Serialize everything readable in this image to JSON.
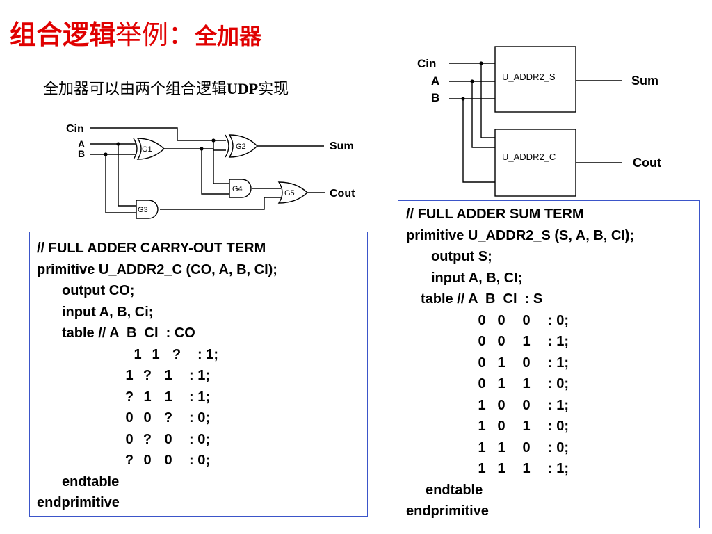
{
  "title": {
    "part1": "组合逻辑",
    "part2": "举例：",
    "part3": "全加器"
  },
  "subtitle": {
    "text": "全加器可以由两个组合逻辑",
    "udp": "UDP",
    "tail": "实现"
  },
  "gate_diagram": {
    "inputs": [
      "Cin",
      "A",
      "B"
    ],
    "gates": [
      "G1",
      "G2",
      "G3",
      "G4",
      "G5"
    ],
    "outputs": [
      "Sum",
      "Cout"
    ]
  },
  "block_diagram": {
    "inputs": [
      "Cin",
      "A",
      "B"
    ],
    "blocks": [
      "U_ADDR2_S",
      "U_ADDR2_C"
    ],
    "outputs": [
      "Sum",
      "Cout"
    ]
  },
  "carry_udp": {
    "comment": "// FULL ADDER CARRY-OUT TERM",
    "primitive": "primitive U_ADDR2_C (CO, A, B, CI);",
    "output": "output CO;",
    "input": "input A, B, Ci;",
    "table_header": "table // A  B  CI  : CO",
    "rows": [
      [
        "1",
        "1",
        "?",
        ": 1;"
      ],
      [
        "1",
        "?",
        "1",
        ": 1;"
      ],
      [
        "?",
        "1",
        "1",
        ": 1;"
      ],
      [
        "0",
        "0",
        "?",
        ": 0;"
      ],
      [
        "0",
        "?",
        "0",
        ": 0;"
      ],
      [
        "?",
        "0",
        "0",
        ": 0;"
      ]
    ],
    "endtable": "endtable",
    "endprimitive": "endprimitive"
  },
  "sum_udp": {
    "comment": "// FULL ADDER SUM TERM",
    "primitive": "primitive U_ADDR2_S (S, A, B, CI);",
    "output": "output S;",
    "input": "input A, B, CI;",
    "table_header": "table // A  B  CI  : S",
    "rows": [
      [
        "0",
        "0",
        "0",
        ": 0;"
      ],
      [
        "0",
        "0",
        "1",
        ": 1;"
      ],
      [
        "0",
        "1",
        "0",
        ": 1;"
      ],
      [
        "0",
        "1",
        "1",
        ": 0;"
      ],
      [
        "1",
        "0",
        "0",
        ": 1;"
      ],
      [
        "1",
        "0",
        "1",
        ": 0;"
      ],
      [
        "1",
        "1",
        "0",
        ": 0;"
      ],
      [
        "1",
        "1",
        "1",
        ": 1;"
      ]
    ],
    "endtable": "endtable",
    "endprimitive": "endprimitive"
  }
}
